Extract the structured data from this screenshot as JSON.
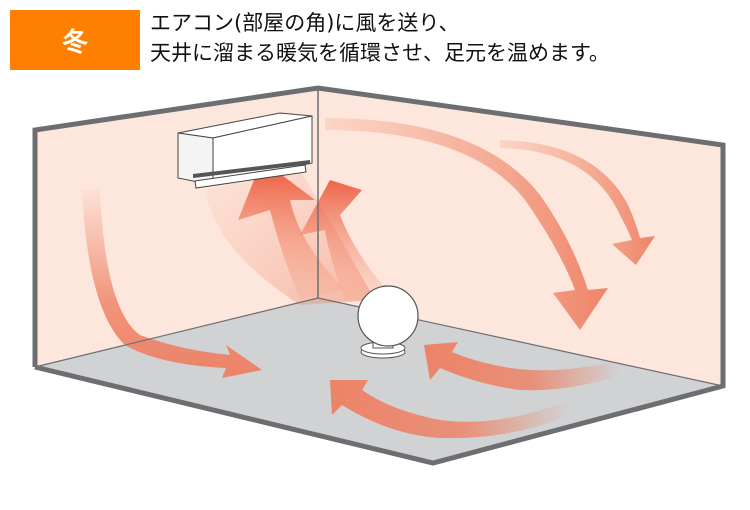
{
  "header": {
    "season_badge": "冬",
    "caption_lines": [
      "エアコン(部屋の角)に風を送り、",
      "天井に溜まる暖気を循環させ、足元を温めます。"
    ]
  },
  "colors": {
    "badge": "#FF8000",
    "wall": "#FDE6DC",
    "floor": "#D1D2D4",
    "room_outline": "#6D6E71",
    "arrow": "#EE7F62",
    "arrow_strong": "#EC5C3F"
  },
  "diagram": {
    "elements": [
      "room-walls",
      "floor",
      "air-conditioner",
      "circulator-fan",
      "warm-air-arrows"
    ]
  }
}
